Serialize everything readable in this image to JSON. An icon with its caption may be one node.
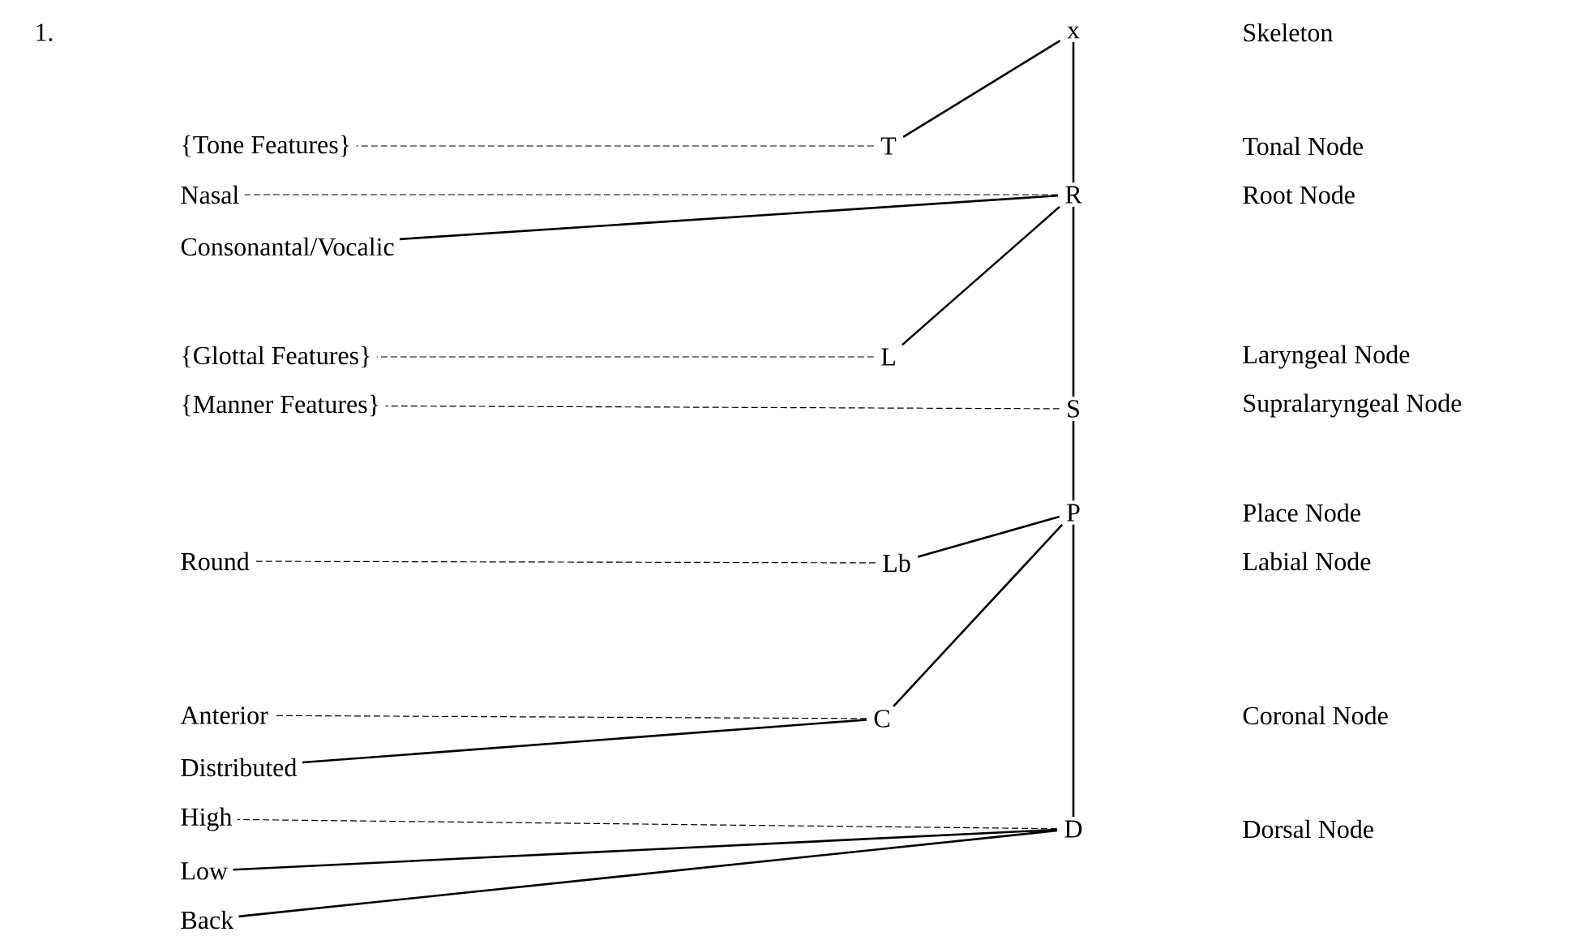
{
  "diagram": {
    "nodes": [
      {
        "text": [
          "x"
        ]
      },
      {
        "text": [
          "{Tone Features}"
        ]
      },
      {
        "text": [
          "T"
        ]
      },
      {
        "text": [
          "Nasal"
        ]
      },
      {
        "text": [
          "R"
        ]
      },
      {
        "text": [
          "Consonantal/Vocalic"
        ]
      },
      {
        "text": [
          "{Glottal Features}"
        ]
      },
      {
        "text": [
          "L"
        ]
      },
      {
        "text": [
          "{Manner Features}"
        ]
      },
      {
        "text": [
          "S"
        ]
      },
      {
        "text": [
          "P"
        ]
      },
      {
        "text": [
          "Round"
        ]
      },
      {
        "text": [
          "Lb"
        ]
      },
      {
        "text": [
          "Anterior"
        ]
      },
      {
        "text": [
          "C"
        ]
      },
      {
        "text": [
          "Distributed"
        ]
      },
      {
        "text": [
          "D"
        ]
      },
      {
        "text": [
          "High"
        ]
      },
      {
        "text": [
          "Low"
        ]
      },
      {
        "text": [
          "Back"
        ]
      }
    ],
    "edges": [
      {
        "from": 0,
        "to": 2,
        "arrow": "none"
      },
      {
        "from": 0,
        "to": 4,
        "arrow": "none"
      },
      {
        "from": 2,
        "to": 1,
        "arrow": "none",
        "style": "dashed"
      },
      {
        "from": 4,
        "to": 3,
        "arrow": "none",
        "style": "dashed"
      },
      {
        "from": 4,
        "to": 5,
        "arrow": "none"
      },
      {
        "from": 4,
        "to": 7,
        "arrow": "none"
      },
      {
        "from": 7,
        "to": 6,
        "arrow": "none",
        "style": "dashed"
      },
      {
        "from": 4,
        "to": 9,
        "arrow": "none"
      },
      {
        "from": 9,
        "to": 8,
        "arrow": "none",
        "style": "dashed"
      },
      {
        "from": 9,
        "to": 10,
        "arrow": "none"
      },
      {
        "from": 10,
        "to": 12,
        "arrow": "none"
      },
      {
        "from": 12,
        "to": 11,
        "arrow": "none",
        "style": "dashed"
      },
      {
        "from": 10,
        "to": 14,
        "arrow": "none"
      },
      {
        "from": 14,
        "to": 13,
        "arrow": "none",
        "style": "dashed"
      },
      {
        "from": 14,
        "to": 15,
        "arrow": "none"
      },
      {
        "from": 10,
        "to": 16,
        "arrow": "none"
      },
      {
        "from": 16,
        "to": 17,
        "arrow": "none",
        "style": "dashed"
      },
      {
        "from": 16,
        "to": 18,
        "arrow": "none"
      },
      {
        "from": 16,
        "to": 19,
        "arrow": "none"
      }
    ],
    "labels": [
      "1.",
      "Skeleton",
      "Tonal Node",
      "Root Node",
      "Laryngeal Node",
      "Supralaryngeal Node",
      "Place Node",
      "Labial Node",
      "Coronal Node",
      "Dorsal Node"
    ]
  }
}
